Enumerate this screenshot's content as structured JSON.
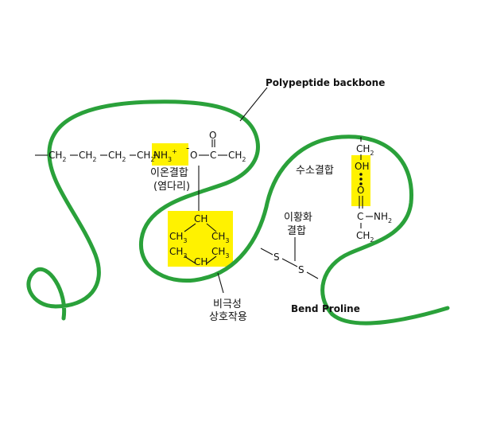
{
  "labels": {
    "backbone": "Polypeptide backbone",
    "ionic": "이온결합",
    "ionic_alt": "(염다리)",
    "hydrophobic_1": "비극성",
    "hydrophobic_2": "상호작용",
    "disulfide_1": "이황화",
    "disulfide_2": "결합",
    "hydrogen": "수소결합",
    "bend": "Bend",
    "proline": "Proline"
  },
  "chem": {
    "ch": "CH",
    "ch3": "CH",
    "nh3": "NH",
    "o": "O",
    "oh": "OH",
    "c": "C",
    "nh2": "NH",
    "s": "S",
    "sub2": "2",
    "sub3": "3",
    "plus": "+",
    "minus": "-",
    "dash": "—"
  },
  "colors": {
    "chain": "#2aa13a",
    "highlight": "#fff200",
    "text": "#111111"
  }
}
